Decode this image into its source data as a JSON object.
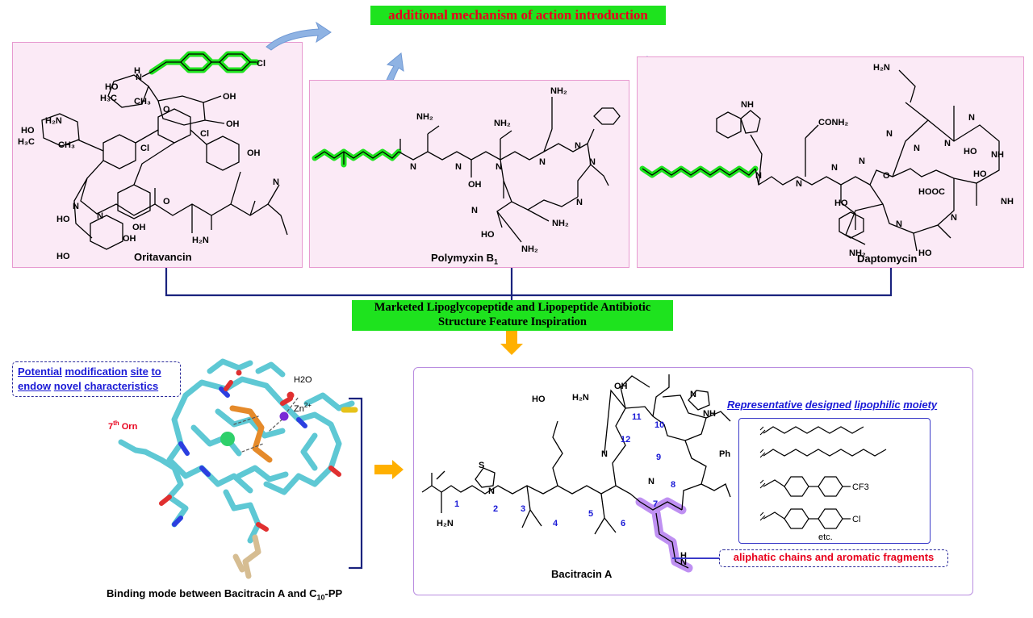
{
  "top_banner": "additional mechanism of action introduction",
  "feature_banner": {
    "line1": "Marketed Lipoglycopeptide and Lipopeptide Antibiotic",
    "line2": "Structure Feature Inspiration"
  },
  "compounds": {
    "oritavancin": "Oritavancin",
    "polymyxin_name": "Polymyxin B",
    "polymyxin_sub": "1",
    "daptomycin": "Daptomycin",
    "bacitracin": "Bacitracin A"
  },
  "binding": {
    "caption_pre": "Binding mode between Bacitracin A and C",
    "caption_sub": "10",
    "caption_post": "-PP",
    "orn_label": "7",
    "orn_sup": "th",
    "orn_suffix": " Orn",
    "water": "H2O",
    "zinc": "Zn",
    "zinc_charge": "2+"
  },
  "modification_note": {
    "words": [
      "Potential",
      "modification",
      "site",
      "to",
      "endow",
      "novel",
      "characteristics"
    ]
  },
  "moiety": {
    "title_words": [
      "Representative",
      "designed",
      "lipophilic",
      "moiety"
    ],
    "etc": "etc.",
    "cf3": "CF3",
    "cl": "Cl"
  },
  "aliphatic_note": "aliphatic chains and aromatic fragments",
  "residue_numbers": [
    "1",
    "2",
    "3",
    "4",
    "5",
    "6",
    "7",
    "8",
    "9",
    "10",
    "11",
    "12"
  ],
  "colors": {
    "green_highlight": "#1ee31e",
    "red_text": "#e8001c",
    "blue_text": "#1a1ad6",
    "panel_pink": "#fbeaf6",
    "purple_highlight": "#b57df0",
    "arrow_orange": "#ffb000",
    "connector_navy": "#1a237e"
  }
}
